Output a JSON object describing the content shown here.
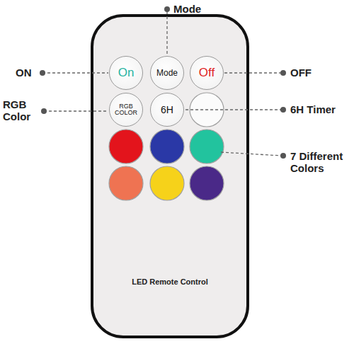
{
  "diagram": {
    "nodes": [
      {
        "text": [
          "LED Remote Control"
        ]
      },
      {
        "text": [
          "On"
        ],
        "in": 0
      },
      {
        "text": [
          "Mode"
        ],
        "in": 0
      },
      {
        "text": [
          "Off"
        ],
        "in": 0
      },
      {
        "text": [
          "RGB COLOR"
        ],
        "in": 0
      },
      {
        "text": [
          "6H"
        ],
        "in": 0
      }
    ],
    "labels": [
      "Mode",
      "ON",
      "OFF",
      "RGB Color",
      "6H Timer",
      "7 Different Colors"
    ]
  }
}
